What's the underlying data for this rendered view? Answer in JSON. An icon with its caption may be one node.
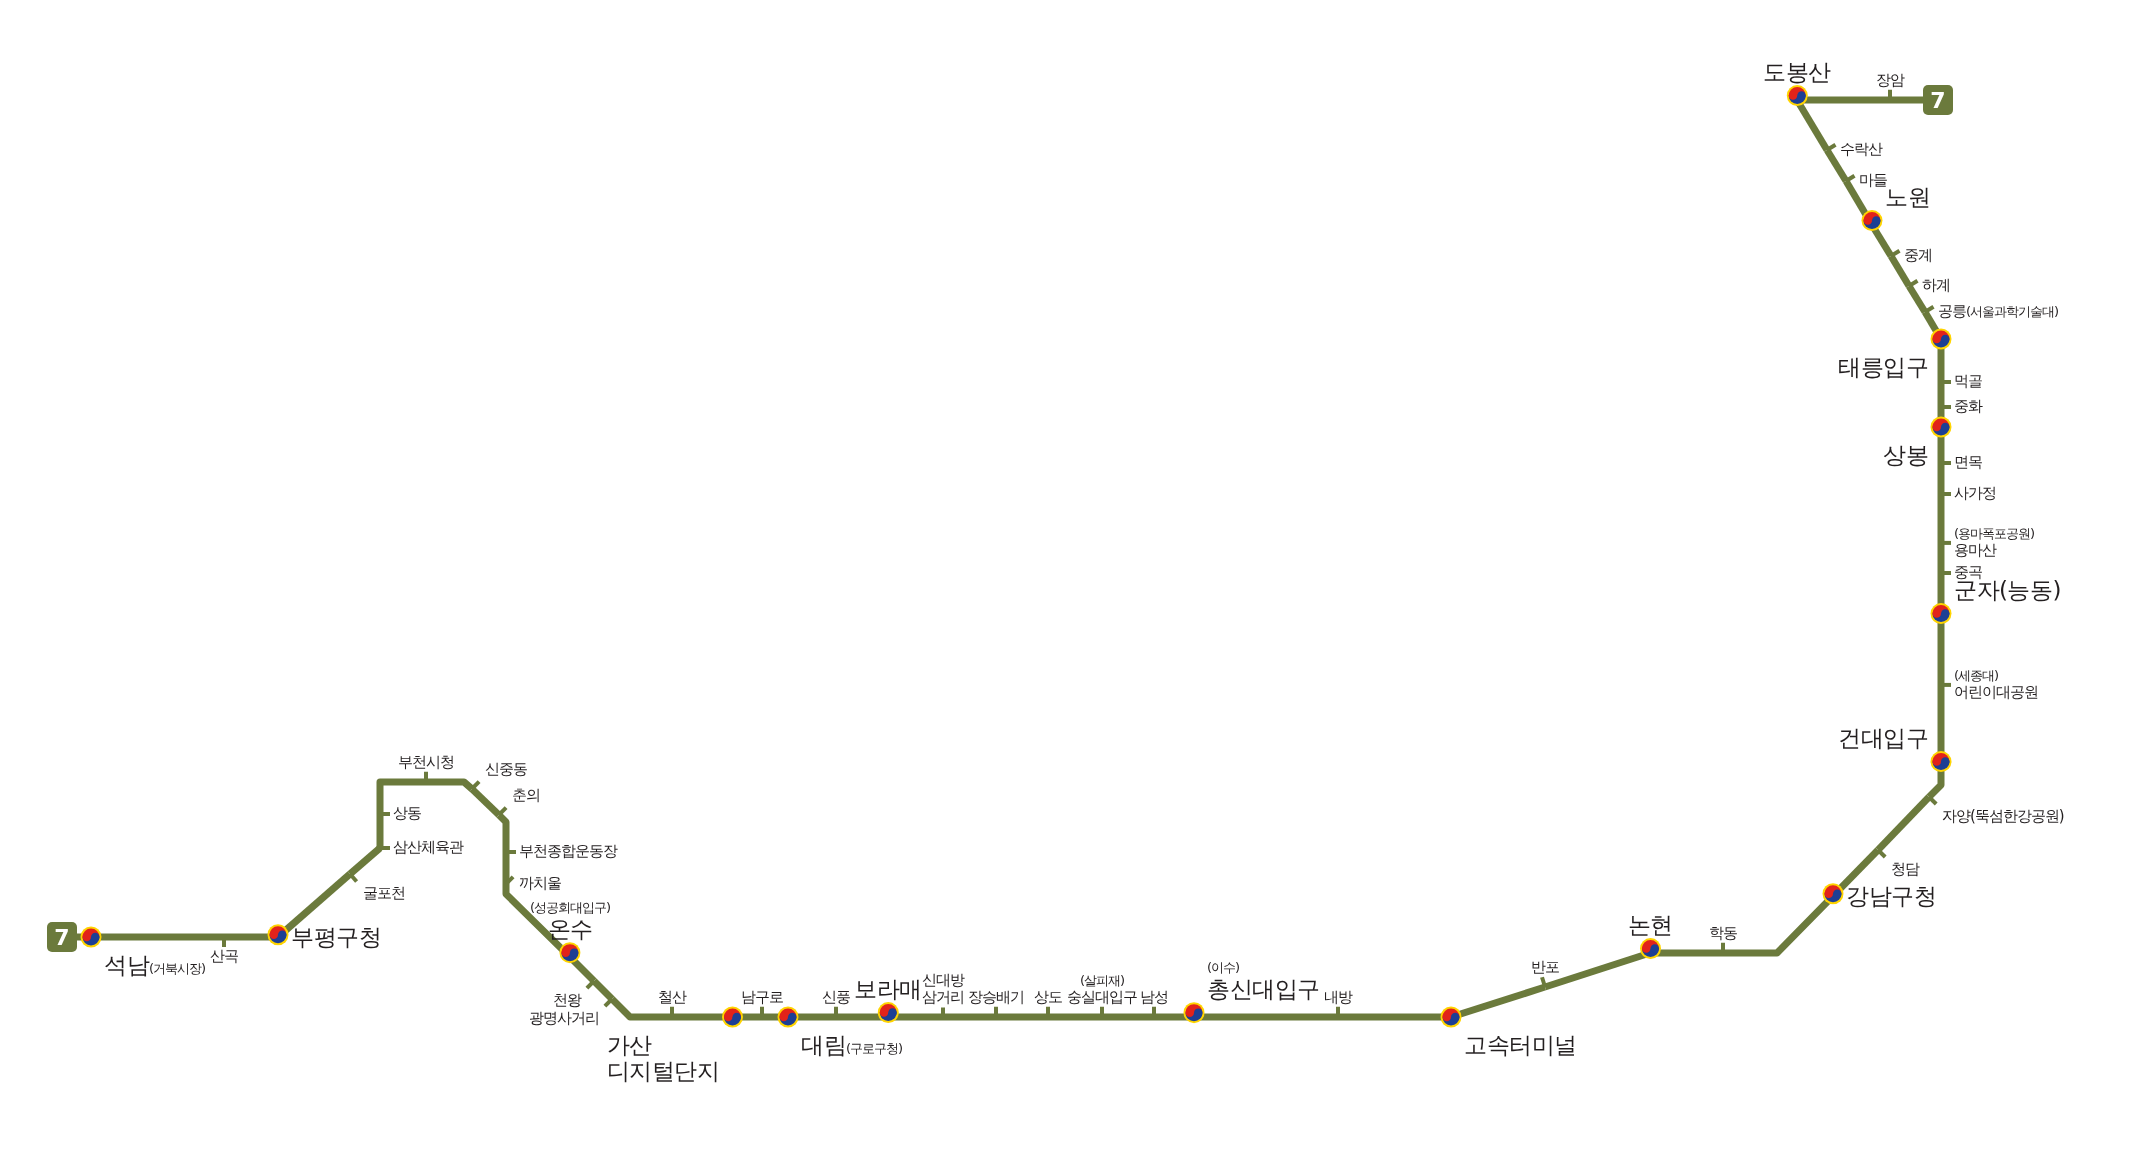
{
  "diagram": {
    "nodes": [
      {
        "text": [
          "7"
        ]
      },
      {
        "text": [
          "장암"
        ]
      },
      {
        "text": [
          "도봉산"
        ]
      },
      {
        "text": [
          "수락산"
        ]
      },
      {
        "text": [
          "마들"
        ]
      },
      {
        "text": [
          "노원"
        ]
      },
      {
        "text": [
          "중계"
        ]
      },
      {
        "text": [
          "하계"
        ]
      },
      {
        "text": [
          "공릉",
          "(서울과학기술대)"
        ]
      },
      {
        "text": [
          "태릉입구"
        ]
      },
      {
        "text": [
          "먹골"
        ]
      },
      {
        "text": [
          "중화"
        ]
      },
      {
        "text": [
          "상봉"
        ]
      },
      {
        "text": [
          "면목"
        ]
      },
      {
        "text": [
          "사가정"
        ]
      },
      {
        "text": [
          "(용마폭포공원)",
          "용마산"
        ]
      },
      {
        "text": [
          "중곡"
        ]
      },
      {
        "text": [
          "군자(능동)"
        ]
      },
      {
        "text": [
          "(세종대)",
          "어린이대공원"
        ]
      },
      {
        "text": [
          "건대입구"
        ]
      },
      {
        "text": [
          "자양(뚝섬한강공원)"
        ]
      },
      {
        "text": [
          "청담"
        ]
      },
      {
        "text": [
          "강남구청"
        ]
      },
      {
        "text": [
          "학동"
        ]
      },
      {
        "text": [
          "논현"
        ]
      },
      {
        "text": [
          "반포"
        ]
      },
      {
        "text": [
          "고속터미널"
        ]
      },
      {
        "text": [
          "내방"
        ]
      },
      {
        "text": [
          "(이수)",
          "총신대입구"
        ]
      },
      {
        "text": [
          "남성"
        ]
      },
      {
        "text": [
          "(살피재)",
          "숭실대입구"
        ]
      },
      {
        "text": [
          "상도"
        ]
      },
      {
        "text": [
          "장승배기"
        ]
      },
      {
        "text": [
          "신대방 삼거리"
        ]
      },
      {
        "text": [
          "보라매"
        ]
      },
      {
        "text": [
          "신풍"
        ]
      },
      {
        "text": [
          "대림",
          "(구로구청)"
        ]
      },
      {
        "text": [
          "남구로"
        ]
      },
      {
        "text": [
          "가산 디지털단지"
        ]
      },
      {
        "text": [
          "철산"
        ]
      },
      {
        "text": [
          "광명사거리"
        ]
      },
      {
        "text": [
          "천왕"
        ]
      },
      {
        "text": [
          "(성공회대입구)",
          "온수"
        ]
      },
      {
        "text": [
          "까치울"
        ]
      },
      {
        "text": [
          "부천종합운동장"
        ]
      },
      {
        "text": [
          "춘의"
        ]
      },
      {
        "text": [
          "신중동"
        ]
      },
      {
        "text": [
          "부천시청"
        ]
      },
      {
        "text": [
          "상동"
        ]
      },
      {
        "text": [
          "삼산체육관"
        ]
      },
      {
        "text": [
          "굴포천"
        ]
      },
      {
        "text": [
          "부평구청"
        ]
      },
      {
        "text": [
          "산곡"
        ]
      },
      {
        "text": [
          "석남",
          "(거북시장)"
        ]
      },
      {
        "text": [
          "7"
        ]
      }
    ],
    "edges": [
      {
        "from": 0,
        "to": 1,
        "arrow": "none"
      },
      {
        "from": 1,
        "to": 2,
        "arrow": "none"
      },
      {
        "from": 2,
        "to": 3,
        "arrow": "none"
      },
      {
        "from": 3,
        "to": 4,
        "arrow": "none"
      },
      {
        "from": 4,
        "to": 5,
        "arrow": "none"
      },
      {
        "from": 5,
        "to": 6,
        "arrow": "none"
      },
      {
        "from": 6,
        "to": 7,
        "arrow": "none"
      },
      {
        "from": 7,
        "to": 8,
        "arrow": "none"
      },
      {
        "from": 8,
        "to": 9,
        "arrow": "none"
      },
      {
        "from": 9,
        "to": 10,
        "arrow": "none"
      },
      {
        "from": 10,
        "to": 11,
        "arrow": "none"
      },
      {
        "from": 11,
        "to": 12,
        "arrow": "none"
      },
      {
        "from": 12,
        "to": 13,
        "arrow": "none"
      },
      {
        "from": 13,
        "to": 14,
        "arrow": "none"
      },
      {
        "from": 14,
        "to": 15,
        "arrow": "none"
      },
      {
        "from": 15,
        "to": 16,
        "arrow": "none"
      },
      {
        "from": 16,
        "to": 17,
        "arrow": "none"
      },
      {
        "from": 17,
        "to": 18,
        "arrow": "none"
      },
      {
        "from": 18,
        "to": 19,
        "arrow": "none"
      },
      {
        "from": 19,
        "to": 20,
        "arrow": "none"
      },
      {
        "from": 20,
        "to": 21,
        "arrow": "none"
      },
      {
        "from": 21,
        "to": 22,
        "arrow": "none"
      },
      {
        "from": 22,
        "to": 23,
        "arrow": "none"
      },
      {
        "from": 23,
        "to": 24,
        "arrow": "none"
      },
      {
        "from": 24,
        "to": 25,
        "arrow": "none"
      },
      {
        "from": 25,
        "to": 26,
        "arrow": "none"
      },
      {
        "from": 26,
        "to": 27,
        "arrow": "none"
      },
      {
        "from": 27,
        "to": 28,
        "arrow": "none"
      },
      {
        "from": 28,
        "to": 29,
        "arrow": "none"
      },
      {
        "from": 29,
        "to": 30,
        "arrow": "none"
      },
      {
        "from": 30,
        "to": 31,
        "arrow": "none"
      },
      {
        "from": 31,
        "to": 32,
        "arrow": "none"
      },
      {
        "from": 32,
        "to": 33,
        "arrow": "none"
      },
      {
        "from": 33,
        "to": 34,
        "arrow": "none"
      },
      {
        "from": 34,
        "to": 35,
        "arrow": "none"
      },
      {
        "from": 35,
        "to": 36,
        "arrow": "none"
      },
      {
        "from": 36,
        "to": 37,
        "arrow": "none"
      },
      {
        "from": 37,
        "to": 38,
        "arrow": "none"
      },
      {
        "from": 38,
        "to": 39,
        "arrow": "none"
      },
      {
        "from": 39,
        "to": 40,
        "arrow": "none"
      },
      {
        "from": 40,
        "to": 41,
        "arrow": "none"
      },
      {
        "from": 41,
        "to": 42,
        "arrow": "none"
      },
      {
        "from": 42,
        "to": 43,
        "arrow": "none"
      },
      {
        "from": 43,
        "to": 44,
        "arrow": "none"
      },
      {
        "from": 44,
        "to": 45,
        "arrow": "none"
      },
      {
        "from": 45,
        "to": 46,
        "arrow": "none"
      },
      {
        "from": 46,
        "to": 47,
        "arrow": "none"
      },
      {
        "from": 47,
        "to": 48,
        "arrow": "none"
      },
      {
        "from": 48,
        "to": 49,
        "arrow": "none"
      },
      {
        "from": 49,
        "to": 50,
        "arrow": "none"
      },
      {
        "from": 50,
        "to": 51,
        "arrow": "none"
      },
      {
        "from": 51,
        "to": 52,
        "arrow": "none"
      },
      {
        "from": 52,
        "to": 53,
        "arrow": "none"
      },
      {
        "from": 53,
        "to": 54,
        "arrow": "none"
      }
    ]
  }
}
